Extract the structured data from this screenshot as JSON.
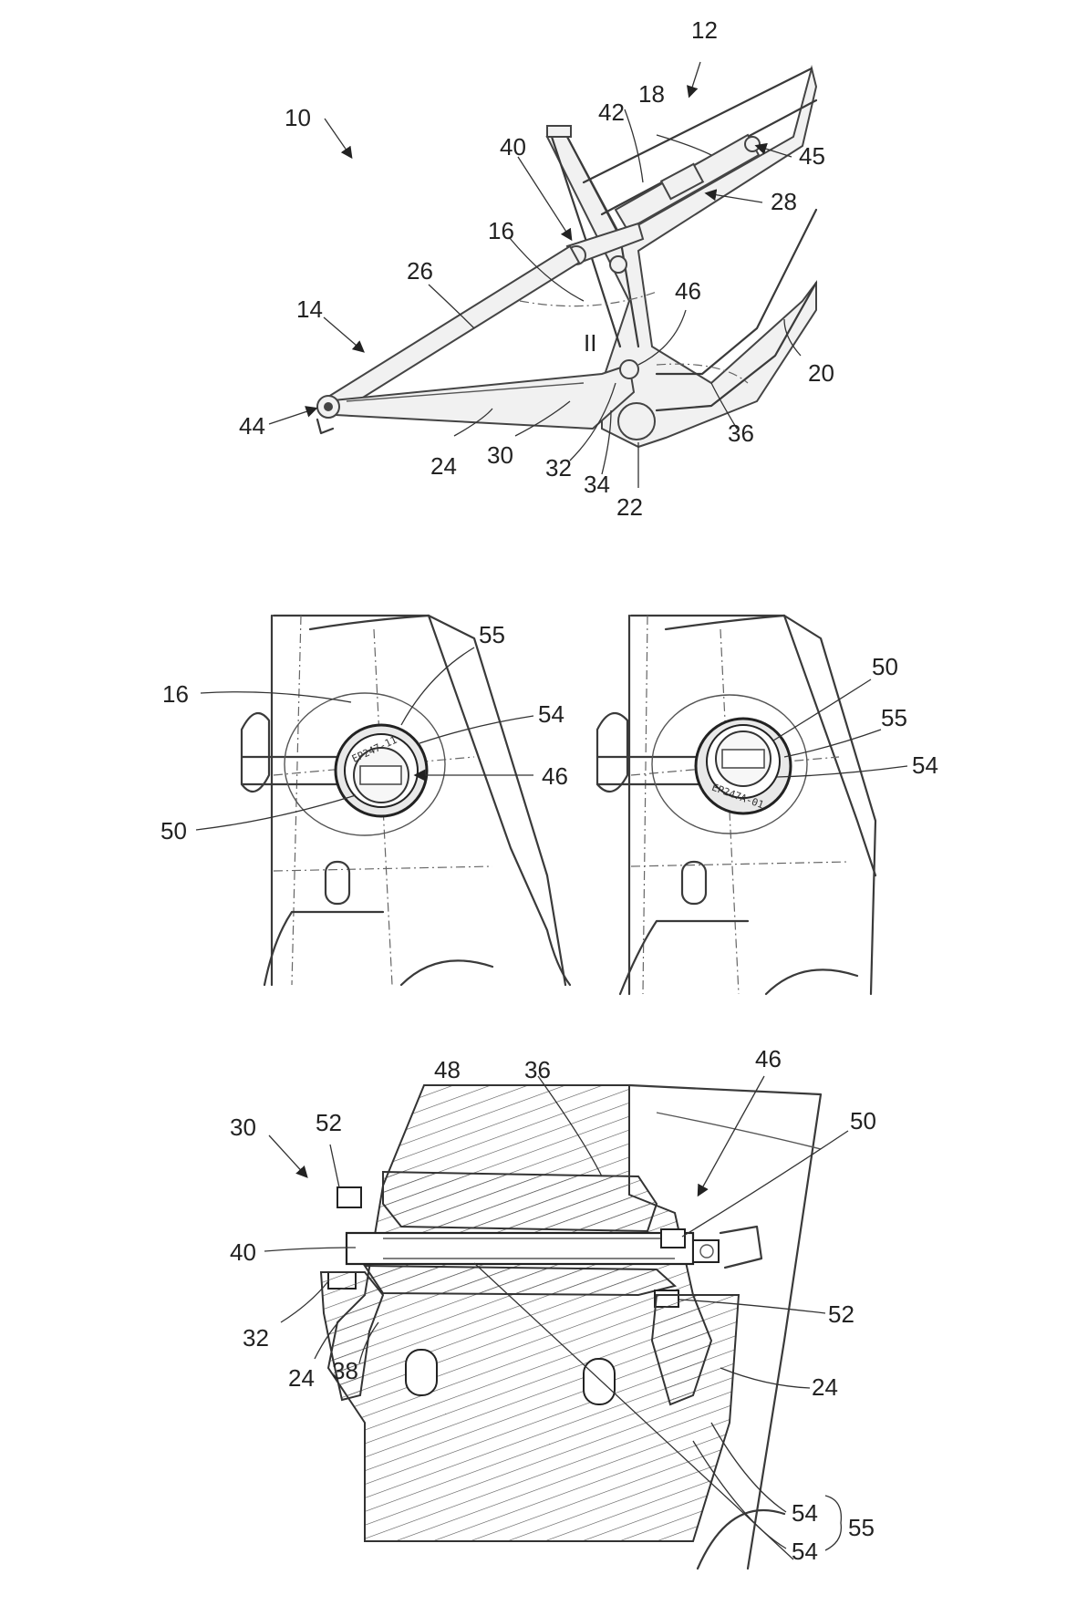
{
  "figure1": {
    "labels": {
      "l10": "10",
      "l12": "12",
      "l18": "18",
      "l42": "42",
      "l40": "40",
      "l45": "45",
      "l28": "28",
      "l16": "16",
      "l26": "26",
      "l14": "14",
      "l46": "46",
      "l_ii": "II",
      "l20": "20",
      "l44": "44",
      "l24": "24",
      "l30": "30",
      "l32": "32",
      "l34": "34",
      "l36": "36",
      "l22": "22"
    }
  },
  "figure2": {
    "left": {
      "l55": "55",
      "l16": "16",
      "l54": "54",
      "l46": "46",
      "l50": "50",
      "seal_text": "EP247-11"
    },
    "right": {
      "l50": "50",
      "l55": "55",
      "l54": "54",
      "seal_text": "EP247A-01"
    }
  },
  "figure3": {
    "labels": {
      "l48": "48",
      "l36": "36",
      "l46": "46",
      "l30": "30",
      "l52a": "52",
      "l50": "50",
      "l40": "40",
      "l32": "32",
      "l52b": "52",
      "l24a": "24",
      "l38": "38",
      "l24b": "24",
      "l54a": "54",
      "l54b": "54",
      "l55": "55"
    }
  }
}
